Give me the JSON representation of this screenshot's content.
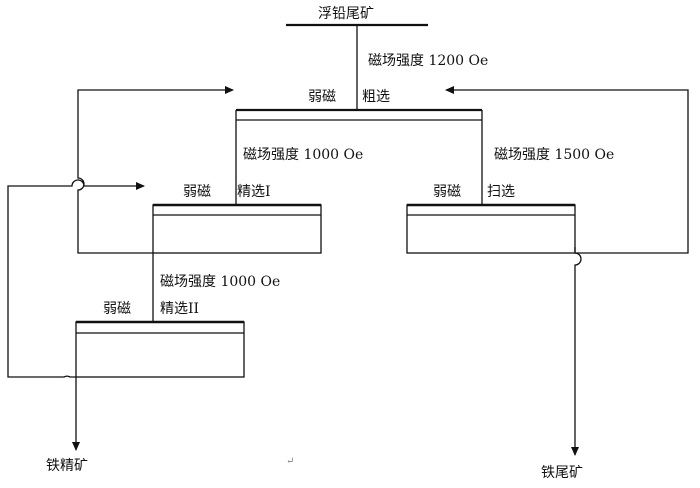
{
  "feed": "浮铅尾矿",
  "rougher": {
    "field": "磁场强度 1200 Oe",
    "type": "弱磁",
    "stage": "粗选"
  },
  "cleaner1": {
    "field": "磁场强度 1000 Oe",
    "type": "弱磁",
    "stage": "精选I"
  },
  "scavenger": {
    "field": "磁场强度 1500 Oe",
    "type": "弱磁",
    "stage": "扫选"
  },
  "cleaner2": {
    "field": "磁场强度 1000 Oe",
    "type": "弱磁",
    "stage": "精选II"
  },
  "products": {
    "concentrate": "铁精矿",
    "tailings": "铁尾矿"
  },
  "marks": {
    "cursor": "↵"
  }
}
